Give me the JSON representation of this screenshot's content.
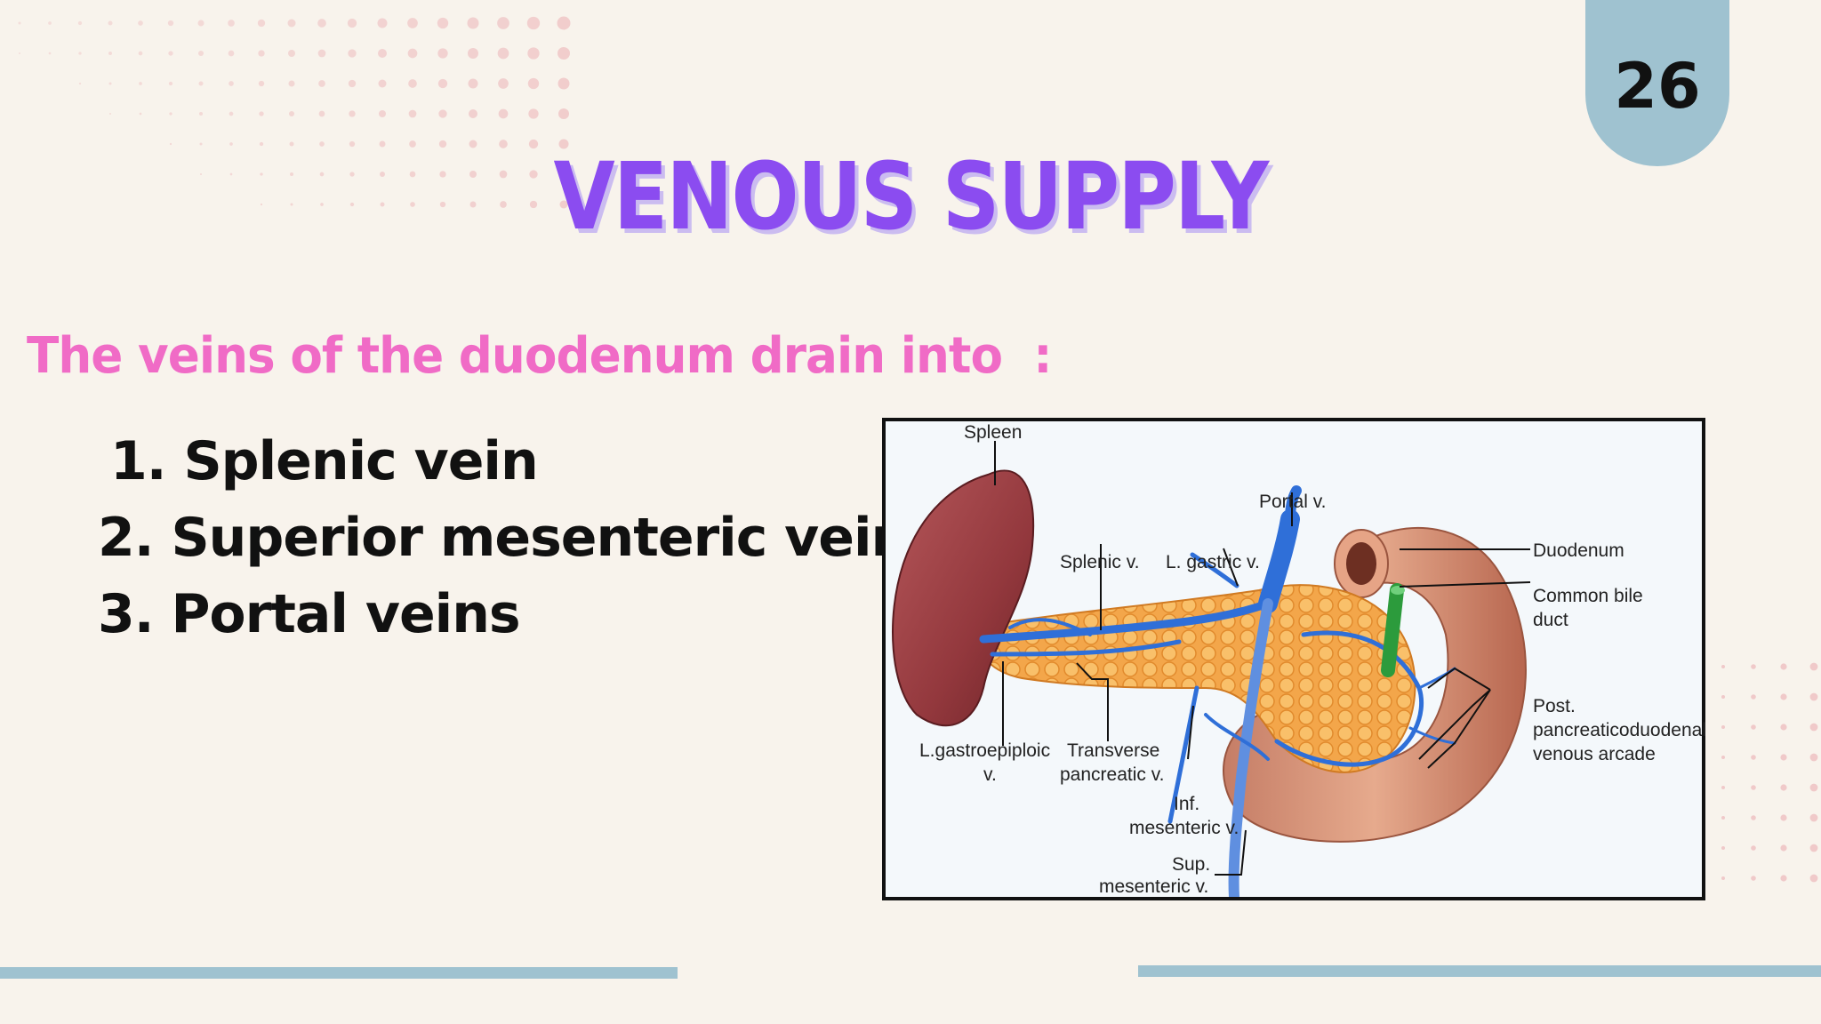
{
  "slide": {
    "page_number": "26",
    "title": "VENOUS SUPPLY",
    "lead": "The veins of the duodenum drain into  :",
    "items": [
      {
        "marker": "1.",
        "text": "Splenic vein"
      },
      {
        "marker": "2.",
        "text": "Superior mesenteric vein"
      },
      {
        "marker": "3.",
        "text": "Portal veins"
      }
    ]
  },
  "figure": {
    "labels": {
      "spleen": "Spleen",
      "portal": "Portal v.",
      "splenic": "Splenic v.",
      "l_gastric": "L. gastric v.",
      "duodenum": "Duodenum",
      "cbd_1": "Common bile",
      "cbd_2": "duct",
      "post_1": "Post.",
      "post_2": "pancreaticoduodenal",
      "post_3": "venous arcade",
      "lgep_1": "L.gastroepiploic",
      "lgep_2": "v.",
      "transverse_1": "Transverse",
      "transverse_2": "pancreatic v.",
      "inf_1": "Inf.",
      "inf_2": "mesenteric v.",
      "sup_1": "Sup.",
      "sup_2": "mesenteric v."
    }
  },
  "colors": {
    "title": "#8b4cf0",
    "lead": "#f06bc6",
    "badge": "#9fc2d0",
    "background": "#f8f3ec"
  }
}
